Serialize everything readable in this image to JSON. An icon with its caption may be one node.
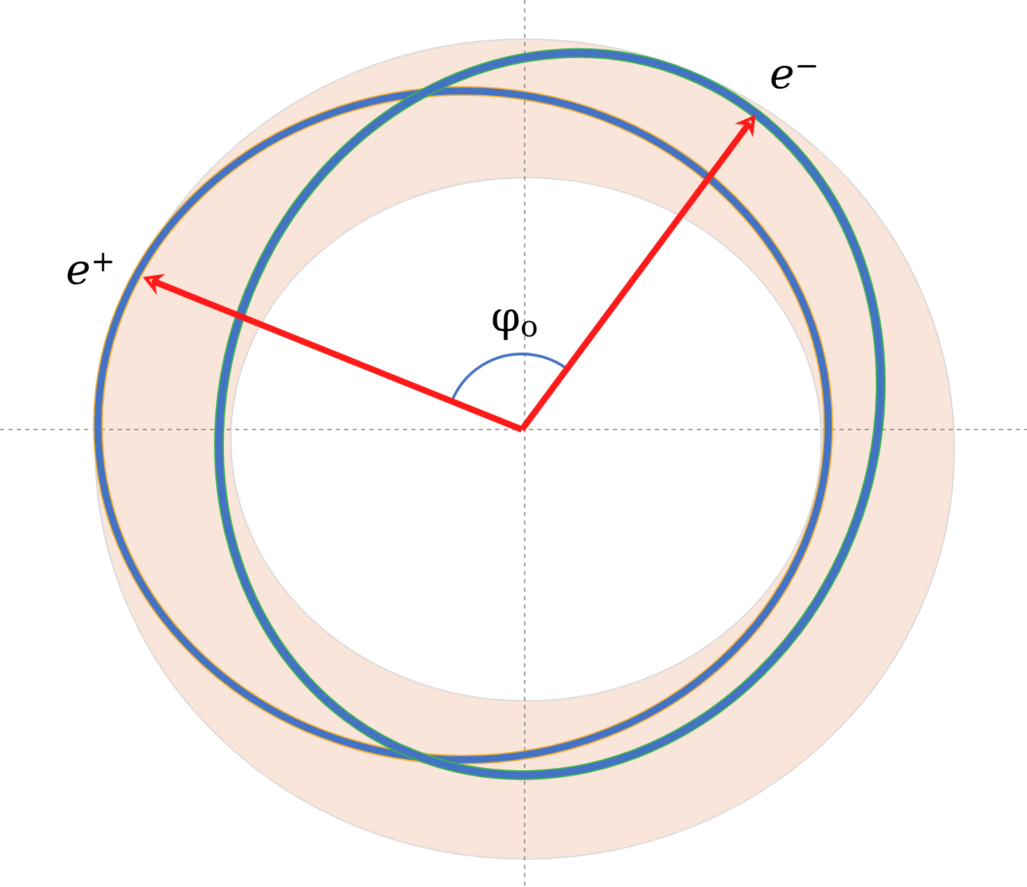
{
  "diagram": {
    "nodes": [
      {
        "text": [
          "*e*$^{+}$"
        ]
      },
      {
        "text": [
          "*e*$^{−}$"
        ]
      }
    ],
    "edges": [
      {
        "from": null,
        "to": 0,
        "arrow": "to"
      },
      {
        "from": null,
        "to": 1,
        "arrow": "to"
      }
    ],
    "labels": [
      "φ$_{o}$"
    ]
  }
}
